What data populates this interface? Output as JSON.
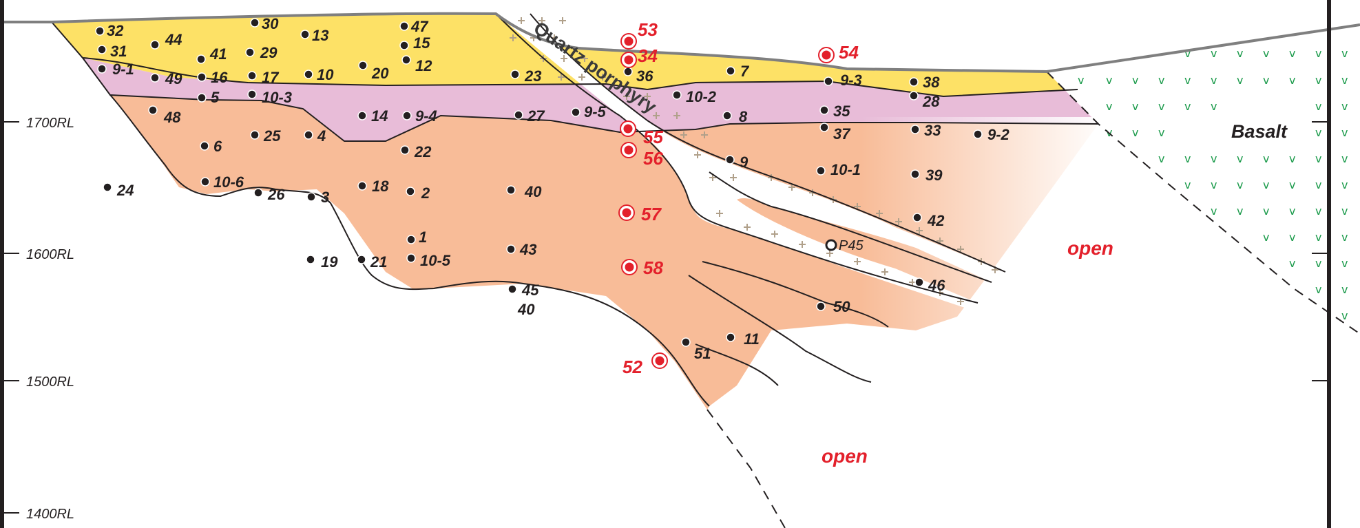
{
  "section": {
    "rl_levels": [
      "1700RL",
      "1600RL",
      "1500RL",
      "1400RL"
    ],
    "units": {
      "quartz_porphyry": "Quartz porphyry",
      "basalt": "Basalt"
    },
    "open_labels": [
      "open",
      "open"
    ],
    "colors": {
      "yellow_unit": "#fde166",
      "pink_unit": "#e8bcd8",
      "orange_unit": "#f8bc98",
      "porphyry": "#ffffff",
      "plus_marks": "#b0a08a",
      "basalt_v": "#1a9a4a",
      "red_highlight": "#e3202b",
      "topography": "#7f7f7f",
      "contact_lines": "#231f20"
    },
    "drillholes": [
      "32",
      "30",
      "13",
      "47",
      "31",
      "44",
      "15",
      "41",
      "29",
      "12",
      "9-1",
      "49",
      "16",
      "17",
      "10",
      "20",
      "5",
      "10-3",
      "48",
      "6",
      "25",
      "4",
      "14",
      "9-4",
      "27",
      "22",
      "24",
      "10-6",
      "26",
      "3",
      "18",
      "2",
      "40",
      "1",
      "19",
      "21",
      "10-5",
      "43",
      "45",
      "40",
      "23",
      "9-5",
      "36",
      "10-2",
      "7",
      "8",
      "9",
      "10-1",
      "9-3",
      "38",
      "28",
      "35",
      "37",
      "33",
      "9-2",
      "39",
      "42",
      "46",
      "50",
      "51",
      "11"
    ],
    "highlighted_drillholes": [
      "53",
      "34",
      "54",
      "55",
      "56",
      "57",
      "58",
      "52"
    ],
    "open_hole": "P45"
  }
}
